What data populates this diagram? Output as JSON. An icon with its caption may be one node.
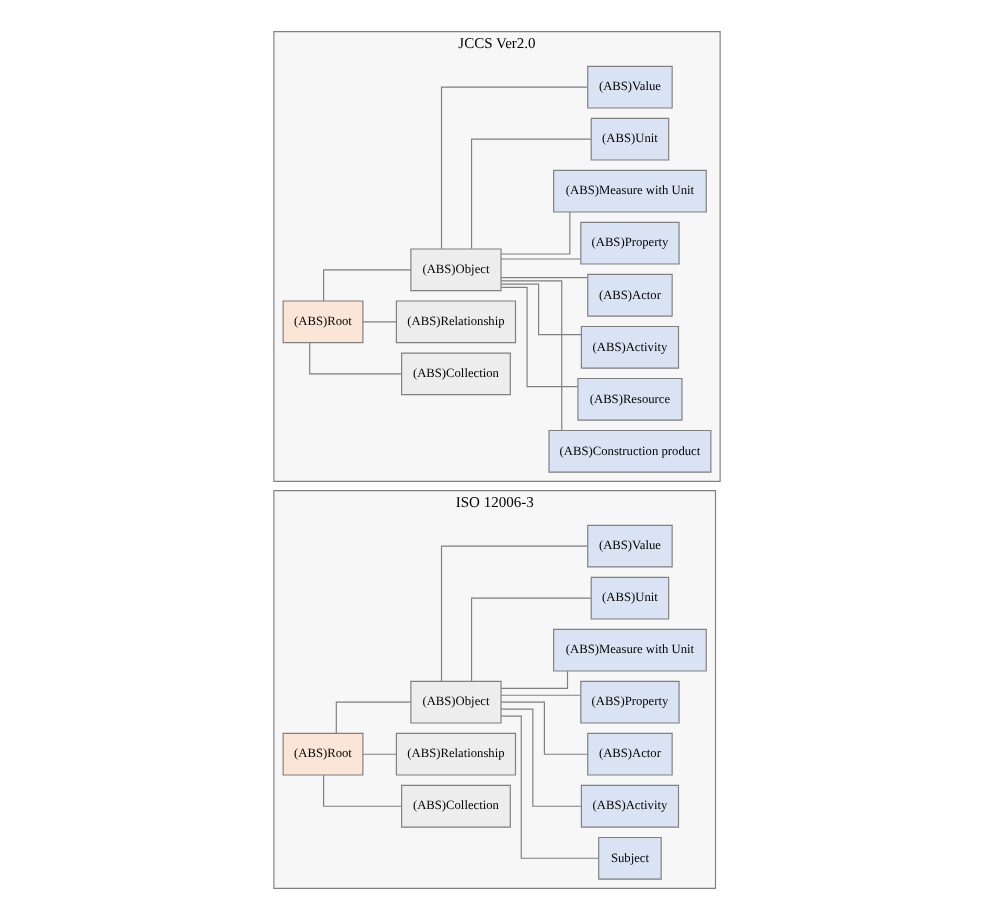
{
  "diagram": {
    "nodes": [
      {
        "text": [
          "ISO 12006-3"
        ]
      },
      {
        "text": [
          "(ABS)Root"
        ],
        "in": 0
      },
      {
        "text": [
          "(ABS)Collection"
        ],
        "in": 0
      },
      {
        "text": [
          "(ABS)Relationship"
        ],
        "in": 0
      },
      {
        "text": [
          "(ABS)Object"
        ],
        "in": 0
      },
      {
        "text": [
          "Subject"
        ],
        "in": 0
      },
      {
        "text": [
          "(ABS)Activity"
        ],
        "in": 0
      },
      {
        "text": [
          "(ABS)Actor"
        ],
        "in": 0
      },
      {
        "text": [
          "(ABS)Property"
        ],
        "in": 0
      },
      {
        "text": [
          "(ABS)Measure with Unit"
        ],
        "in": 0
      },
      {
        "text": [
          "(ABS)Unit"
        ],
        "in": 0
      },
      {
        "text": [
          "(ABS)Value"
        ],
        "in": 0
      },
      {
        "text": [
          "JCCS Ver2.0"
        ]
      },
      {
        "text": [
          "(ABS)Root"
        ],
        "in": 12
      },
      {
        "text": [
          "(ABS)Collection"
        ],
        "in": 12
      },
      {
        "text": [
          "(ABS)Relationship"
        ],
        "in": 12
      },
      {
        "text": [
          "(ABS)Object"
        ],
        "in": 12
      },
      {
        "text": [
          "(ABS)Construction product"
        ],
        "in": 12
      },
      {
        "text": [
          "(ABS)Resource"
        ],
        "in": 12
      },
      {
        "text": [
          "(ABS)Activity"
        ],
        "in": 12
      },
      {
        "text": [
          "(ABS)Actor"
        ],
        "in": 12
      },
      {
        "text": [
          "(ABS)Property"
        ],
        "in": 12
      },
      {
        "text": [
          "(ABS)Measure with Unit"
        ],
        "in": 12
      },
      {
        "text": [
          "(ABS)Unit"
        ],
        "in": 12
      },
      {
        "text": [
          "(ABS)Value"
        ],
        "in": 12
      }
    ],
    "edges": [
      {
        "from": 1,
        "to": 2,
        "arrow": "none"
      },
      {
        "from": 1,
        "to": 3,
        "arrow": "none"
      },
      {
        "from": 1,
        "to": 4,
        "arrow": "none"
      },
      {
        "from": 4,
        "to": 5,
        "arrow": "none"
      },
      {
        "from": 4,
        "to": 6,
        "arrow": "none"
      },
      {
        "from": 4,
        "to": 7,
        "arrow": "none"
      },
      {
        "from": 4,
        "to": 8,
        "arrow": "none"
      },
      {
        "from": 4,
        "to": 9,
        "arrow": "none"
      },
      {
        "from": 4,
        "to": 10,
        "arrow": "none"
      },
      {
        "from": 4,
        "to": 11,
        "arrow": "none"
      },
      {
        "from": 13,
        "to": 14,
        "arrow": "none"
      },
      {
        "from": 13,
        "to": 15,
        "arrow": "none"
      },
      {
        "from": 13,
        "to": 16,
        "arrow": "none"
      },
      {
        "from": 16,
        "to": 17,
        "arrow": "none"
      },
      {
        "from": 16,
        "to": 18,
        "arrow": "none"
      },
      {
        "from": 16,
        "to": 19,
        "arrow": "none"
      },
      {
        "from": 16,
        "to": 20,
        "arrow": "none"
      },
      {
        "from": 16,
        "to": 21,
        "arrow": "none"
      },
      {
        "from": 16,
        "to": 22,
        "arrow": "none"
      },
      {
        "from": 16,
        "to": 23,
        "arrow": "none"
      },
      {
        "from": 16,
        "to": 24,
        "arrow": "none"
      }
    ]
  }
}
